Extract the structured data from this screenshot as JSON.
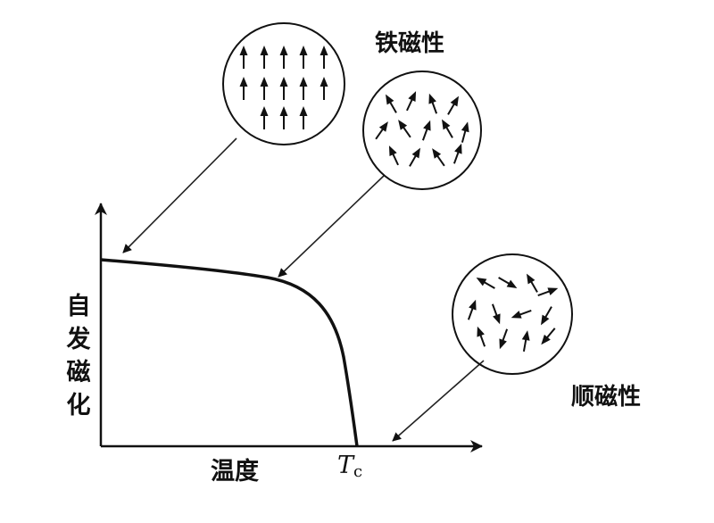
{
  "labels": {
    "y_axis": "自发磁化",
    "x_axis": "温度",
    "curie_symbol": "T",
    "curie_subscript": "c",
    "ferromagnetic": "铁磁性",
    "paramagnetic": "顺磁性"
  }
}
